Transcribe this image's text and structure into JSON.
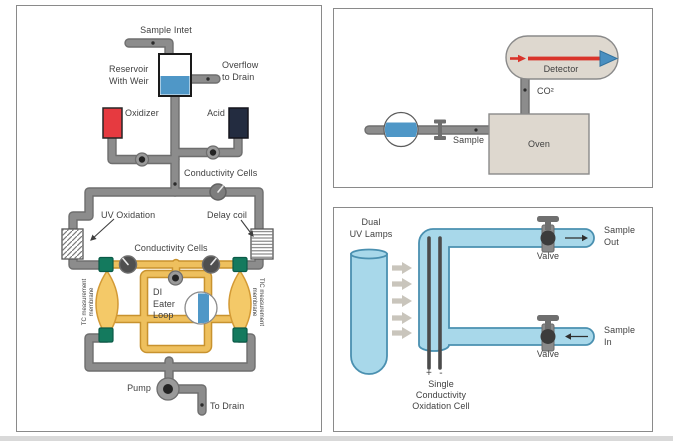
{
  "colors": {
    "pipe_gray": "#8c8c8c",
    "pipe_gray_dark": "#6e6e6e",
    "pipe_yellow": "#eec05e",
    "pipe_yellow_dark": "#c8922e",
    "membrane_fill": "#f4c968",
    "membrane_border": "#d39a35",
    "green_connector": "#147a5e",
    "green_border": "#0a5a47",
    "reservoir_blue": "#4f97c7",
    "oxidizer_red": "#e63a40",
    "acid_navy": "#232c40",
    "beige_box": "#ded8cf",
    "box_border_gray": "#8a8a8a",
    "arrow_red": "#d9342b",
    "arrow_blue": "#4a8fc0",
    "tube_blue_fill": "#a8d8ea",
    "tube_blue_border": "#4a90b0",
    "uv_arrow_gray": "#c9c5bc",
    "dark_valve": "#3c3c3c",
    "text_color": "#3f3f3f",
    "panel_border": "#8a8a8a"
  },
  "left": {
    "sample_inlet": "Sample Intet",
    "reservoir": "Reservoir\nWith Weir",
    "overflow": "Overflow\nto Drain",
    "oxidizer": "Oxidizer",
    "acid": "Acid",
    "conductivity_cells_top": "Conductivity Cells",
    "uv_oxidation": "UV Oxidation",
    "delay_coil": "Delay coil",
    "conductivity_cells_mid": "Conductivity Cells",
    "membrane_left": "TC measurement\nmembrane",
    "membrane_right": "TIC measurement\nmembrane",
    "di_loop": "DI\nEater\nLoop",
    "pump": "Pump",
    "to_drain": "To Drain"
  },
  "top_right": {
    "detector": "Detector",
    "co2": "CO²",
    "sample": "Sample",
    "oven": "Oven"
  },
  "bottom_right": {
    "dual_uv_lamps": "Dual\nUV Lamps",
    "valve_top": "Valve",
    "valve_bottom": "Valve",
    "sample_out": "Sample\nOut",
    "sample_in": "Sample\nIn",
    "electrode_plus": "+",
    "electrode_minus": "-",
    "cell_label": "Single\nConductivity\nOxidation Cell"
  }
}
